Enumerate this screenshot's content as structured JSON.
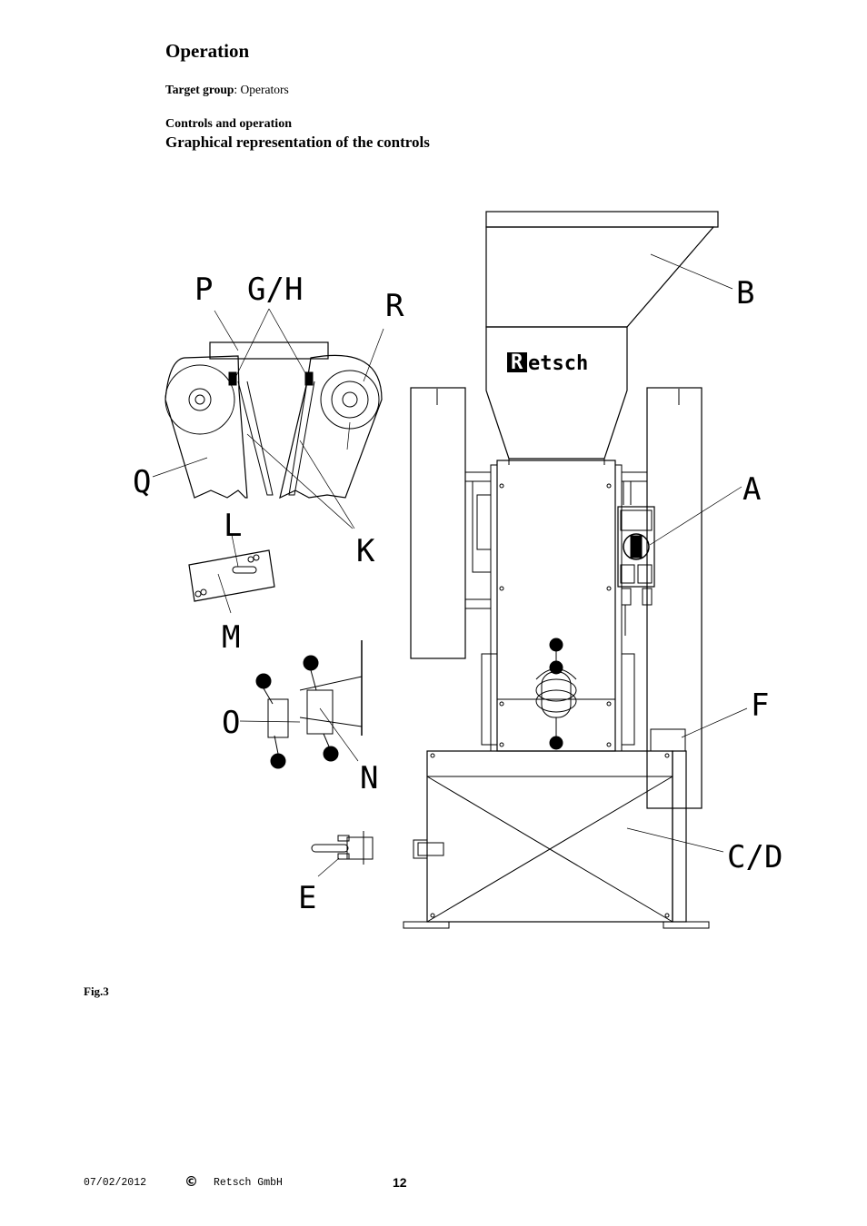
{
  "header": {
    "title": "Operation",
    "target_group_label": "Target group",
    "target_group_value": ": Operators",
    "subsection": "Controls and operation",
    "subtitle": "Graphical representation of the controls"
  },
  "figure": {
    "caption": "Fig.3",
    "brand": "etsch",
    "brand_initial": "R",
    "labels": {
      "P": "P",
      "GH": "G/H",
      "R": "R",
      "B": "B",
      "Q": "Q",
      "L": "L",
      "K": "K",
      "A": "A",
      "M": "M",
      "O": "O",
      "F": "F",
      "N": "N",
      "CD": "C/D",
      "E": "E"
    }
  },
  "footer": {
    "date": "07/02/2012",
    "copyright_symbol": "©",
    "company": "Retsch GmbH",
    "page": "12"
  }
}
